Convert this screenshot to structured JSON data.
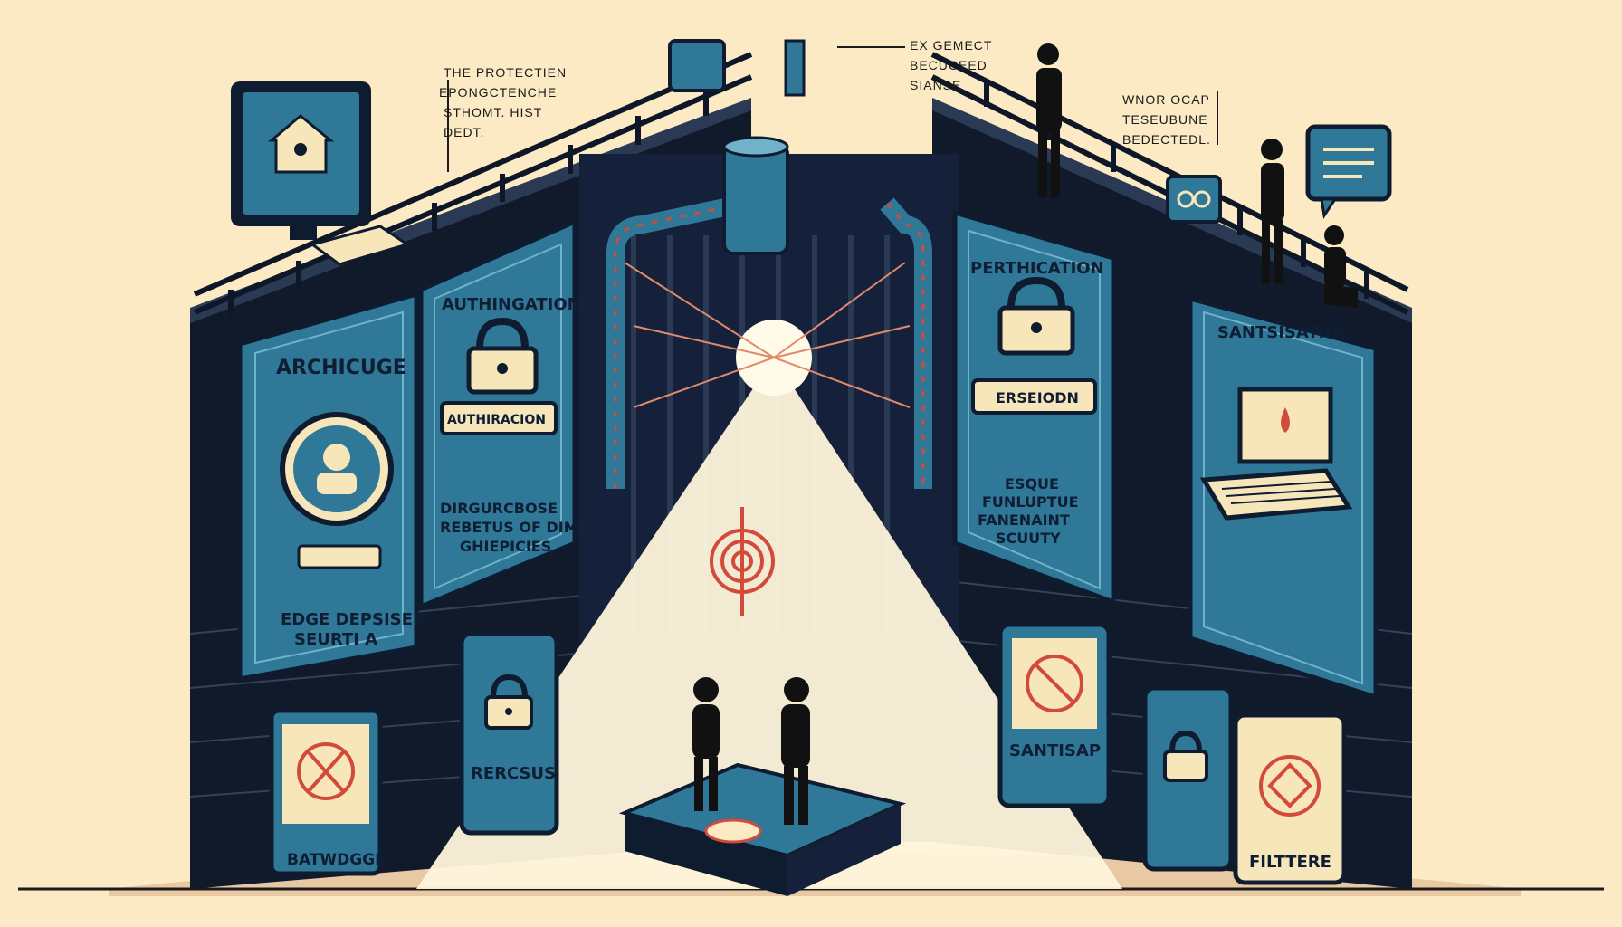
{
  "callouts": {
    "top_left_1": "THE PROTECTIEN",
    "top_left_2": "EPONGCTENCHE",
    "top_left_3": "STHOMT. HIST",
    "top_left_4": "DEDT.",
    "top_mid_1": "EX GEMECT",
    "top_mid_2": "BECUCEED",
    "top_mid_3": "SIANSE",
    "top_right_1": "WNOR OCAP",
    "top_right_2": "TESEUBUNE",
    "top_right_3": "BEDECTEDL."
  },
  "panels": {
    "left_outer_title": "ARCHICUGE",
    "left_outer_caption_1": "EDGE DEPSISEN",
    "left_outer_caption_2": "SEURTI A",
    "left_inner_title": "AUTHINGATION",
    "left_inner_badge": "AUTHIRACION",
    "left_inner_body_1": "DIRGURCBOSE",
    "left_inner_body_2": "REBETUS OF DIM",
    "left_inner_body_3": "GHIEPICIES",
    "left_low_1": "BATWDGGE",
    "left_low_2": "RERCSUS",
    "right_inner_title": "PERTHICATION",
    "right_inner_badge": "ERSEIODN",
    "right_inner_body_1": "ESQUE",
    "right_inner_body_2": "FUNLUPTUE",
    "right_inner_body_3": "FANENAINT",
    "right_inner_body_4": "SCUUTY",
    "right_outer_title": "SANTSISATIOE",
    "right_low_1": "SANTISAP",
    "right_low_2": "FILTTERE"
  },
  "colors": {
    "background": "#fbeac4",
    "navy": "#0f1b2e",
    "wall": "#18243b",
    "panel_blue": "#2f7898",
    "panel_blue_dark": "#22607d",
    "accent_red": "#d24a3a",
    "cream": "#f8e6bb"
  },
  "icons": {
    "monitor": "home-monitor-icon",
    "lock": "padlock-icon",
    "laptop": "laptop-alert-icon",
    "chat": "chat-bubble-icon",
    "target": "target-icon",
    "forbidden": "forbidden-icon"
  }
}
